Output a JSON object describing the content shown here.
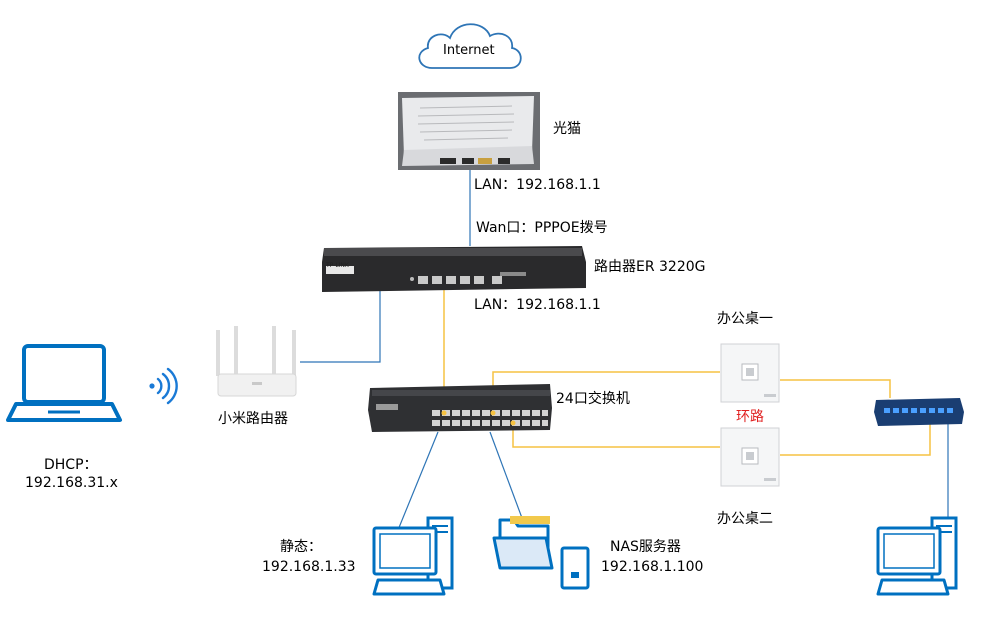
{
  "labels": {
    "internet": "Internet",
    "modem": "光猫",
    "modem_lan": "LAN：192.168.1.1",
    "router_wan": "Wan口：PPPOE拨号",
    "router": "路由器ER 3220G",
    "router_lan": "LAN：192.168.1.1",
    "xiaomi": "小米路由器",
    "switch24": "24口交换机",
    "desk1": "办公桌一",
    "loop": "环路",
    "desk2": "办公桌二",
    "laptop_dhcp": "DHCP：",
    "laptop_ip": "192.168.31.x",
    "pc_static": "静态：",
    "pc_ip": "192.168.1.33",
    "nas": "NAS服务器",
    "nas_ip": "192.168.1.100"
  },
  "brand": {
    "router_logo": "TP-LINK",
    "wall_plate_mark": "TP-LINK"
  },
  "colors": {
    "cloud_stroke": "#2e75b6",
    "line_blue": "#2e75b6",
    "line_yellow": "#f5c242",
    "loop_text": "#e02020",
    "device_blue": "#0070c0"
  },
  "icons": {
    "cloud": "cloud-icon",
    "modem": "modem-icon",
    "router": "router-icon",
    "switch": "switch-icon",
    "wifi": "wifi-icon",
    "laptop": "laptop-icon",
    "desktop": "desktop-icon",
    "folder": "folder-icon",
    "wall_socket": "wall-socket-icon"
  }
}
